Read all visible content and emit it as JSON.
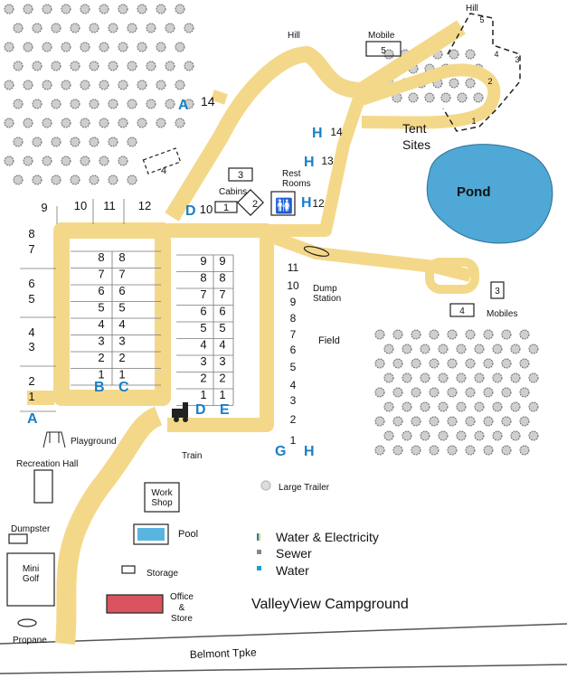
{
  "title": "ValleyView Campground",
  "road": "Belmont Tpke",
  "colors": {
    "road_fill": "#f4d88a",
    "pond": "#4fa8d6",
    "site_letter": "#1a7fc4",
    "title": "#c0161b",
    "office": "#d9545e",
    "pool": "#5ab4e0"
  },
  "labels": {
    "hill_center": "Hill",
    "hill_corner": "Hill",
    "mobile": "Mobile",
    "mobile_num": "5",
    "tent_sites": "Tent\nSites",
    "pond": "Pond",
    "rest_rooms": "Rest\nRooms",
    "cabins": "Cabins",
    "dump_station": "Dump\nStation",
    "field": "Field",
    "mobiles": "Mobiles",
    "playground": "Playground",
    "recreation_hall": "Recreation Hall",
    "train": "Train",
    "large_trailer": "Large Trailer",
    "work_shop": "Work\nShop",
    "pool": "Pool",
    "dumpster": "Dumpster",
    "mini_golf": "Mini\nGolf",
    "storage": "Storage",
    "office_store": "Office\n&\nStore",
    "propane": "Propane"
  },
  "legend": [
    {
      "icon": "water-electricity-icon",
      "label": "Water & Electricity"
    },
    {
      "icon": "sewer-icon",
      "label": "Sewer"
    },
    {
      "icon": "water-icon",
      "label": "Water"
    }
  ],
  "row_letters": {
    "A": "A",
    "B": "B",
    "C": "C",
    "D": "D",
    "E": "E",
    "G": "G",
    "H": "H"
  },
  "sites": {
    "A_top": [
      "14"
    ],
    "H_right": [
      "14",
      "13",
      "12"
    ],
    "cabins": [
      "4",
      "3",
      "2",
      "1"
    ],
    "D_top": "10",
    "top_row": [
      "9",
      "10",
      "11",
      "12"
    ],
    "left_column": [
      "8",
      "7",
      "6",
      "5",
      "4",
      "3",
      "2",
      "1"
    ],
    "B_column": [
      "8",
      "7",
      "6",
      "5",
      "4",
      "3",
      "2",
      "1"
    ],
    "C_column": [
      "8",
      "7",
      "6",
      "5",
      "4",
      "3",
      "2",
      "1"
    ],
    "D_column": [
      "9",
      "8",
      "7",
      "6",
      "5",
      "4",
      "3",
      "2",
      "1"
    ],
    "E_column": [
      "9",
      "8",
      "7",
      "6",
      "5",
      "4",
      "3",
      "2",
      "1"
    ],
    "G_field": [
      "11",
      "10",
      "9",
      "8",
      "7",
      "6",
      "5",
      "4",
      "3",
      "2",
      "1"
    ],
    "tent_hill": [
      "5",
      "4",
      "3",
      "2",
      "1"
    ],
    "mobiles": [
      "3",
      "4"
    ]
  }
}
